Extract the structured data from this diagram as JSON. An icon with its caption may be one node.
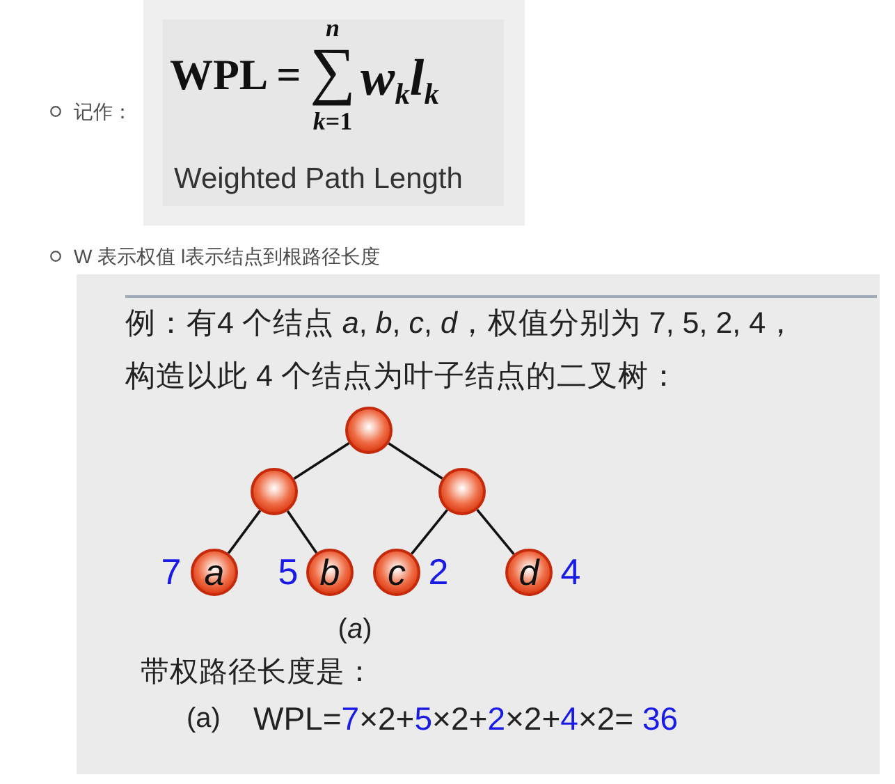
{
  "diagram": {
    "nodes": [
      {
        "text": [],
        "shape": "circle"
      },
      {
        "text": [],
        "shape": "circle"
      },
      {
        "text": [],
        "shape": "circle"
      },
      {
        "text": [
          "a"
        ],
        "beside": [
          "7"
        ]
      },
      {
        "text": [
          "b"
        ],
        "beside": [
          "5"
        ]
      },
      {
        "text": [
          "c"
        ],
        "beside": [
          "2"
        ]
      },
      {
        "text": [
          "d"
        ],
        "beside": [
          "4"
        ]
      }
    ],
    "edges": [
      {
        "from": 0,
        "to": 1,
        "arrow": "none"
      },
      {
        "from": 0,
        "to": 2,
        "arrow": "none"
      },
      {
        "from": 1,
        "to": 3,
        "arrow": "none"
      },
      {
        "from": 1,
        "to": 4,
        "arrow": "none"
      },
      {
        "from": 2,
        "to": 5,
        "arrow": "none"
      },
      {
        "from": 2,
        "to": 6,
        "arrow": "none"
      }
    ],
    "labels": [
      "记作：",
      "WPL =",
      "∑",
      "n",
      "*k*=1",
      "w$_{k}$l$_{k}$",
      "Weighted Path Length",
      "W 表示权值 l表示结点到根路径长度",
      "例：有4 个结点 *a*, *b*, *c*, *d*，权值分别为 7, 5, 2, 4，",
      "构造以此 4 个结点为叶子结点的二叉树：",
      "(*a*)",
      "带权路径长度是：",
      "(a)",
      "WPL=7×2+5×2+2×2+4×2= 36"
    ]
  }
}
